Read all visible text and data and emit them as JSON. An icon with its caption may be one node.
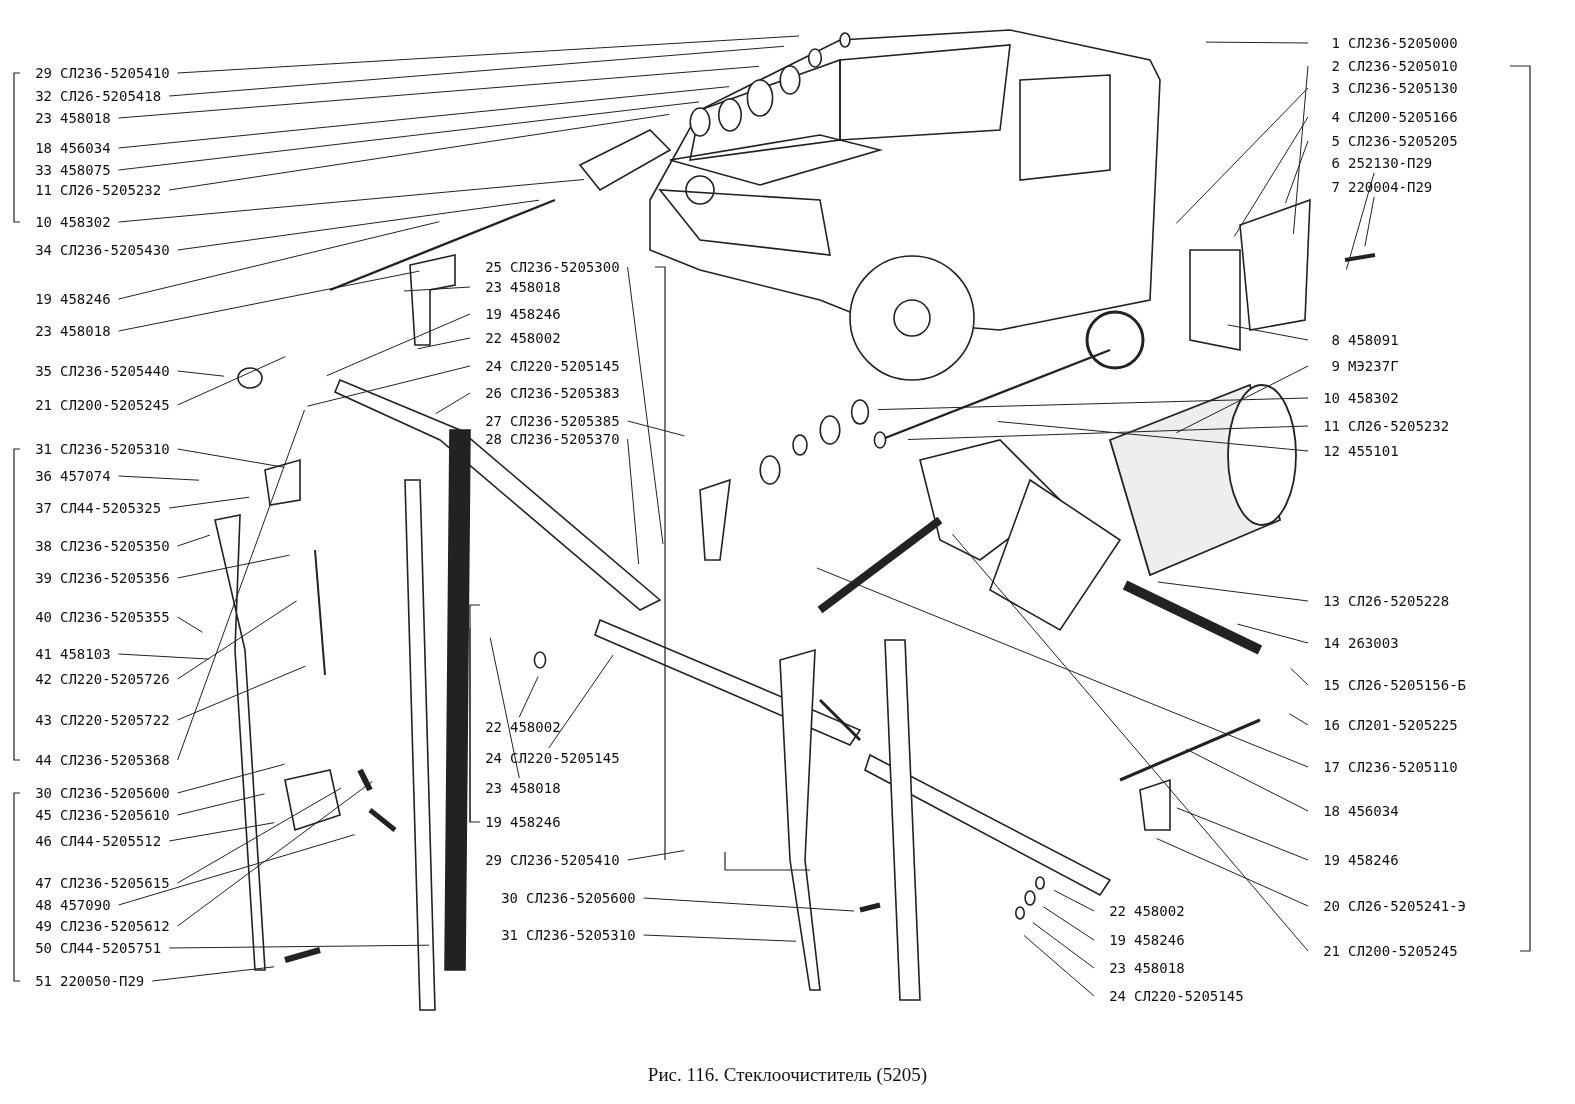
{
  "diagram": {
    "caption": "Рис. 116. Стеклоочиститель (5205)",
    "nodes": [
      {
        "text": [
          "29",
          "СЛ236-5205410"
        ]
      },
      {
        "text": [
          "32",
          "СЛ26-5205418"
        ]
      },
      {
        "text": [
          "23",
          "458018"
        ]
      },
      {
        "text": [
          "18",
          "456034"
        ]
      },
      {
        "text": [
          "33",
          "458075"
        ]
      },
      {
        "text": [
          "11",
          "СЛ26-5205232"
        ]
      },
      {
        "text": [
          "10",
          "458302"
        ]
      },
      {
        "text": [
          "34",
          "СЛ236-5205430"
        ]
      },
      {
        "text": [
          "19",
          "458246"
        ]
      },
      {
        "text": [
          "23",
          "458018"
        ]
      },
      {
        "text": [
          "35",
          "СЛ236-5205440"
        ]
      },
      {
        "text": [
          "21",
          "СЛ200-5205245"
        ]
      },
      {
        "text": [
          "31",
          "СЛ236-5205310"
        ]
      },
      {
        "text": [
          "36",
          "457074"
        ]
      },
      {
        "text": [
          "37",
          "СЛ44-5205325"
        ]
      },
      {
        "text": [
          "38",
          "СЛ236-5205350"
        ]
      },
      {
        "text": [
          "39",
          "СЛ236-5205356"
        ]
      },
      {
        "text": [
          "40",
          "СЛ236-5205355"
        ]
      },
      {
        "text": [
          "41",
          "458103"
        ]
      },
      {
        "text": [
          "42",
          "СЛ220-5205726"
        ]
      },
      {
        "text": [
          "43",
          "СЛ220-5205722"
        ]
      },
      {
        "text": [
          "44",
          "СЛ236-5205368"
        ]
      },
      {
        "text": [
          "30",
          "СЛ236-5205600"
        ]
      },
      {
        "text": [
          "45",
          "СЛ236-5205610"
        ]
      },
      {
        "text": [
          "46",
          "СЛ44-5205512"
        ]
      },
      {
        "text": [
          "47",
          "СЛ236-5205615"
        ]
      },
      {
        "text": [
          "48",
          "457090"
        ]
      },
      {
        "text": [
          "49",
          "СЛ236-5205612"
        ]
      },
      {
        "text": [
          "50",
          "СЛ44-5205751"
        ]
      },
      {
        "text": [
          "51",
          "220050-П29"
        ]
      },
      {
        "text": [
          "25",
          "СЛ236-5205300"
        ]
      },
      {
        "text": [
          "23",
          "458018"
        ]
      },
      {
        "text": [
          "19",
          "458246"
        ]
      },
      {
        "text": [
          "22",
          "458002"
        ]
      },
      {
        "text": [
          "24",
          "СЛ220-5205145"
        ]
      },
      {
        "text": [
          "26",
          "СЛ236-5205383"
        ]
      },
      {
        "text": [
          "27",
          "СЛ236-5205385"
        ]
      },
      {
        "text": [
          "28",
          "СЛ236-5205370"
        ]
      },
      {
        "text": [
          "22",
          "458002"
        ]
      },
      {
        "text": [
          "24",
          "СЛ220-5205145"
        ]
      },
      {
        "text": [
          "23",
          "458018"
        ]
      },
      {
        "text": [
          "19",
          "458246"
        ]
      },
      {
        "text": [
          "29",
          "СЛ236-5205410"
        ]
      },
      {
        "text": [
          "30",
          "СЛ236-5205600"
        ]
      },
      {
        "text": [
          "31",
          "СЛ236-5205310"
        ]
      },
      {
        "text": [
          "22",
          "458002"
        ]
      },
      {
        "text": [
          "19",
          "458246"
        ]
      },
      {
        "text": [
          "23",
          "458018"
        ]
      },
      {
        "text": [
          "24",
          "СЛ220-5205145"
        ]
      },
      {
        "text": [
          "1",
          "СЛ236-5205000"
        ]
      },
      {
        "text": [
          "2",
          "СЛ236-5205010"
        ]
      },
      {
        "text": [
          "3",
          "СЛ236-5205130"
        ]
      },
      {
        "text": [
          "4",
          "СЛ200-5205166"
        ]
      },
      {
        "text": [
          "5",
          "СЛ236-5205205"
        ]
      },
      {
        "text": [
          "6",
          "252130-П29"
        ]
      },
      {
        "text": [
          "7",
          "220004-П29"
        ]
      },
      {
        "text": [
          "8",
          "458091"
        ]
      },
      {
        "text": [
          "9",
          "МЭ237Г"
        ]
      },
      {
        "text": [
          "10",
          "458302"
        ]
      },
      {
        "text": [
          "11",
          "СЛ26-5205232"
        ]
      },
      {
        "text": [
          "12",
          "455101"
        ]
      },
      {
        "text": [
          "13",
          "СЛ26-5205228"
        ]
      },
      {
        "text": [
          "14",
          "263003"
        ]
      },
      {
        "text": [
          "15",
          "СЛ26-5205156-Б"
        ]
      },
      {
        "text": [
          "16",
          "СЛ201-5205225"
        ]
      },
      {
        "text": [
          "17",
          "СЛ236-5205110"
        ]
      },
      {
        "text": [
          "18",
          "456034"
        ]
      },
      {
        "text": [
          "19",
          "458246"
        ]
      },
      {
        "text": [
          "20",
          "СЛ26-5205241-Э"
        ]
      },
      {
        "text": [
          "21",
          "СЛ200-5205245"
        ]
      }
    ],
    "edges": [
      {
        "from": 0,
        "to": null,
        "arrow": "none"
      },
      {
        "from": 1,
        "to": null,
        "arrow": "none"
      },
      {
        "from": 2,
        "to": null,
        "arrow": "none"
      },
      {
        "from": 3,
        "to": null,
        "arrow": "none"
      },
      {
        "from": 4,
        "to": null,
        "arrow": "none"
      },
      {
        "from": 5,
        "to": null,
        "arrow": "none"
      },
      {
        "from": 6,
        "to": null,
        "arrow": "none"
      },
      {
        "from": 7,
        "to": null,
        "arrow": "none"
      },
      {
        "from": 8,
        "to": null,
        "arrow": "none"
      },
      {
        "from": 9,
        "to": null,
        "arrow": "none"
      },
      {
        "from": 10,
        "to": null,
        "arrow": "none"
      },
      {
        "from": 11,
        "to": null,
        "arrow": "none"
      },
      {
        "from": 12,
        "to": null,
        "arrow": "none"
      },
      {
        "from": 13,
        "to": null,
        "arrow": "none"
      },
      {
        "from": 14,
        "to": null,
        "arrow": "none"
      },
      {
        "from": 15,
        "to": null,
        "arrow": "none"
      },
      {
        "from": 16,
        "to": null,
        "arrow": "none"
      },
      {
        "from": 17,
        "to": null,
        "arrow": "none"
      },
      {
        "from": 18,
        "to": null,
        "arrow": "none"
      },
      {
        "from": 19,
        "to": null,
        "arrow": "none"
      },
      {
        "from": 20,
        "to": null,
        "arrow": "none"
      },
      {
        "from": 21,
        "to": null,
        "arrow": "none"
      },
      {
        "from": 22,
        "to": null,
        "arrow": "none"
      },
      {
        "from": 23,
        "to": null,
        "arrow": "none"
      },
      {
        "from": 24,
        "to": null,
        "arrow": "none"
      },
      {
        "from": 25,
        "to": null,
        "arrow": "none"
      },
      {
        "from": 26,
        "to": null,
        "arrow": "none"
      },
      {
        "from": 27,
        "to": null,
        "arrow": "none"
      },
      {
        "from": 28,
        "to": null,
        "arrow": "none"
      },
      {
        "from": 29,
        "to": null,
        "arrow": "none"
      },
      {
        "from": 30,
        "to": null,
        "arrow": "none"
      },
      {
        "from": 31,
        "to": null,
        "arrow": "none"
      },
      {
        "from": 32,
        "to": null,
        "arrow": "none"
      },
      {
        "from": 33,
        "to": null,
        "arrow": "none"
      },
      {
        "from": 34,
        "to": null,
        "arrow": "none"
      },
      {
        "from": 35,
        "to": null,
        "arrow": "none"
      },
      {
        "from": 36,
        "to": null,
        "arrow": "none"
      },
      {
        "from": 37,
        "to": null,
        "arrow": "none"
      },
      {
        "from": 38,
        "to": null,
        "arrow": "none"
      },
      {
        "from": 39,
        "to": null,
        "arrow": "none"
      },
      {
        "from": 40,
        "to": null,
        "arrow": "none"
      },
      {
        "from": 41,
        "to": null,
        "arrow": "none"
      },
      {
        "from": 42,
        "to": null,
        "arrow": "none"
      },
      {
        "from": 43,
        "to": null,
        "arrow": "none"
      },
      {
        "from": 44,
        "to": null,
        "arrow": "none"
      },
      {
        "from": 45,
        "to": null,
        "arrow": "none"
      },
      {
        "from": 46,
        "to": null,
        "arrow": "none"
      },
      {
        "from": 47,
        "to": null,
        "arrow": "none"
      },
      {
        "from": 48,
        "to": null,
        "arrow": "none"
      },
      {
        "from": 49,
        "to": null,
        "arrow": "none"
      },
      {
        "from": 50,
        "to": null,
        "arrow": "none"
      },
      {
        "from": 51,
        "to": null,
        "arrow": "none"
      },
      {
        "from": 52,
        "to": null,
        "arrow": "none"
      },
      {
        "from": 53,
        "to": null,
        "arrow": "none"
      },
      {
        "from": 54,
        "to": null,
        "arrow": "none"
      },
      {
        "from": 55,
        "to": null,
        "arrow": "none"
      },
      {
        "from": 56,
        "to": null,
        "arrow": "none"
      },
      {
        "from": 57,
        "to": null,
        "arrow": "none"
      },
      {
        "from": 58,
        "to": null,
        "arrow": "none"
      },
      {
        "from": 59,
        "to": null,
        "arrow": "none"
      },
      {
        "from": 60,
        "to": null,
        "arrow": "none"
      },
      {
        "from": 61,
        "to": null,
        "arrow": "none"
      },
      {
        "from": 62,
        "to": null,
        "arrow": "none"
      },
      {
        "from": 63,
        "to": null,
        "arrow": "none"
      },
      {
        "from": 64,
        "to": null,
        "arrow": "none"
      },
      {
        "from": 65,
        "to": null,
        "arrow": "none"
      },
      {
        "from": 66,
        "to": null,
        "arrow": "none"
      },
      {
        "from": 67,
        "to": null,
        "arrow": "none"
      },
      {
        "from": 68,
        "to": null,
        "arrow": "none"
      },
      {
        "from": 69,
        "to": null,
        "arrow": "none"
      }
    ]
  }
}
